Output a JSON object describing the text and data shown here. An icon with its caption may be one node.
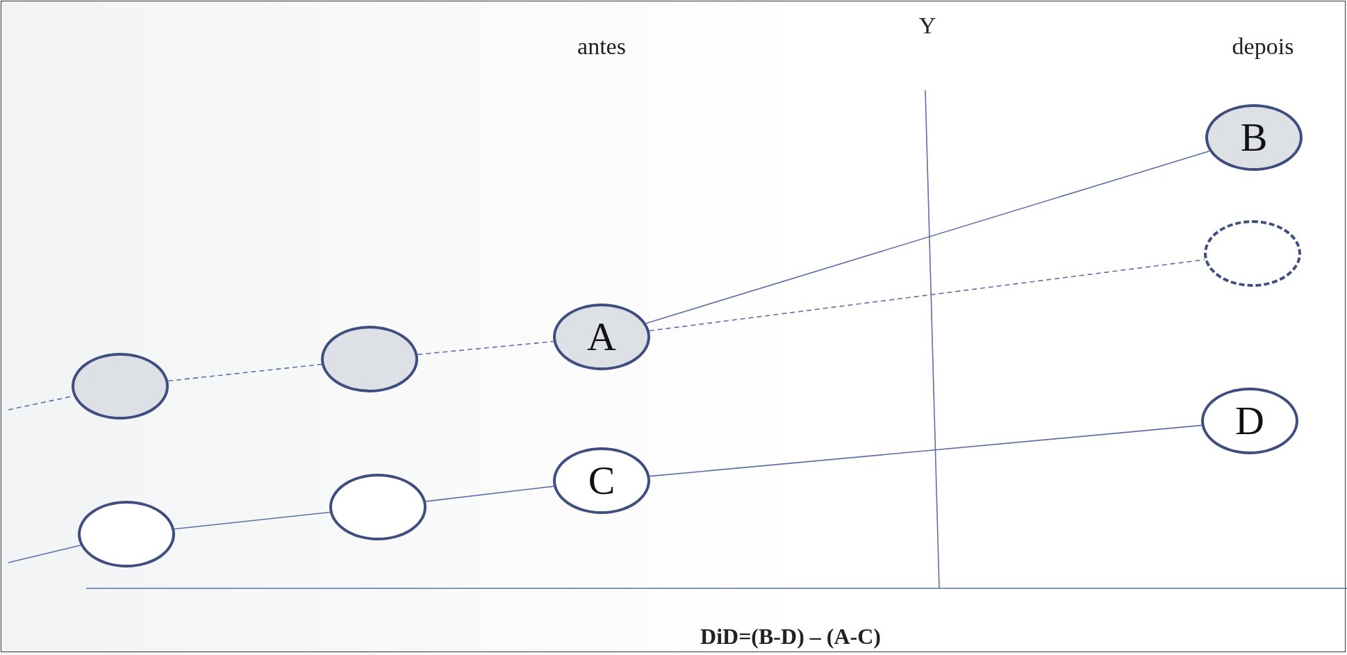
{
  "diagram": {
    "nodes": [
      {
        "text": [
          "B"
        ]
      },
      {
        "text": [],
        "shape": "circle"
      },
      {
        "text": [
          "A"
        ]
      },
      {
        "text": [],
        "shape": "circle"
      },
      {
        "text": [],
        "shape": "circle"
      },
      {
        "text": [
          "D"
        ]
      },
      {
        "text": [
          "C"
        ]
      },
      {
        "text": [],
        "shape": "circle"
      },
      {
        "text": [],
        "shape": "circle"
      }
    ],
    "edges": [
      {
        "from": null,
        "to": 3,
        "arrow": "none",
        "style": "dashed"
      },
      {
        "from": 3,
        "to": 4,
        "arrow": "none",
        "style": "dashed"
      },
      {
        "from": 4,
        "to": 2,
        "arrow": "none",
        "style": "dashed"
      },
      {
        "from": 2,
        "to": 0,
        "arrow": "none"
      },
      {
        "from": 2,
        "to": 1,
        "arrow": "none",
        "style": "dashed"
      },
      {
        "from": null,
        "to": 7,
        "arrow": "none"
      },
      {
        "from": 7,
        "to": 8,
        "arrow": "none"
      },
      {
        "from": 8,
        "to": 6,
        "arrow": "none"
      },
      {
        "from": 6,
        "to": 5,
        "arrow": "none"
      }
    ],
    "labels": [
      "Y",
      "antes",
      "depois",
      "DiD=(B-D) – (A-C)"
    ]
  }
}
